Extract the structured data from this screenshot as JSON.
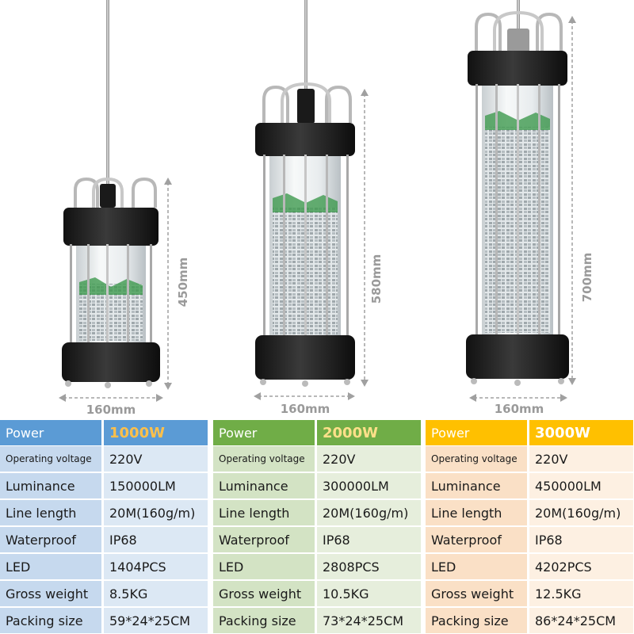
{
  "products": [
    {
      "height_label": "450mm",
      "width_label": "160mm",
      "theme": {
        "head": "#5b9bd5",
        "power": "#ffc04a",
        "light": "#dce8f4",
        "dark": "#c6d9ee"
      },
      "specs": {
        "power_label": "Power",
        "power": "1000W",
        "voltage_label": "Operating voltage",
        "voltage": "220V",
        "luminance_label": "Luminance",
        "luminance": "150000LM",
        "line_label": "Line length",
        "line": "20M(160g/m)",
        "waterproof_label": "Waterproof",
        "waterproof": "IP68",
        "led_label": "LED",
        "led": "1404PCS",
        "weight_label": "Gross weight",
        "weight": "8.5KG",
        "packing_label": "Packing size",
        "packing": "59*24*25CM"
      }
    },
    {
      "height_label": "580mm",
      "width_label": "160mm",
      "theme": {
        "head": "#70ad47",
        "power": "#ffe08a",
        "light": "#e6eedc",
        "dark": "#d3e3c4"
      },
      "specs": {
        "power_label": "Power",
        "power": "2000W",
        "voltage_label": "Operating voltage",
        "voltage": "220V",
        "luminance_label": "Luminance",
        "luminance": "300000LM",
        "line_label": "Line length",
        "line": "20M(160g/m)",
        "waterproof_label": "Waterproof",
        "waterproof": "IP68",
        "led_label": "LED",
        "led": "2808PCS",
        "weight_label": "Gross weight",
        "weight": "10.5KG",
        "packing_label": "Packing size",
        "packing": "73*24*25CM"
      }
    },
    {
      "height_label": "700mm",
      "width_label": "160mm",
      "theme": {
        "head": "#ffc000",
        "power": "#ffffff",
        "light": "#fdf0e2",
        "dark": "#fae0c6"
      },
      "specs": {
        "power_label": "Power",
        "power": "3000W",
        "voltage_label": "Operating voltage",
        "voltage": "220V",
        "luminance_label": "Luminance",
        "luminance": "450000LM",
        "line_label": "Line length",
        "line": "20M(160g/m)",
        "waterproof_label": "Waterproof",
        "waterproof": "IP68",
        "led_label": "LED",
        "led": "4202PCS",
        "weight_label": "Gross weight",
        "weight": "12.5KG",
        "packing_label": "Packing size",
        "packing": "86*24*25CM"
      }
    }
  ]
}
